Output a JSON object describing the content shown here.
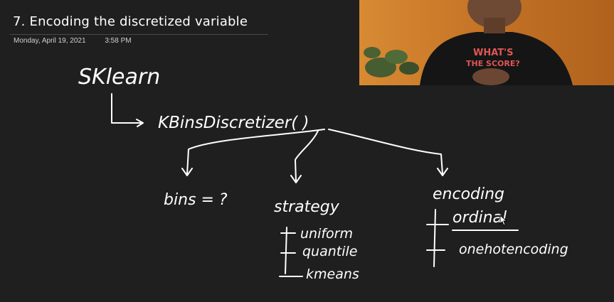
{
  "page": {
    "title": "7. Encoding the discretized variable",
    "date": "Monday, April 19, 2021",
    "time": "3:58 PM"
  },
  "notes": {
    "root": "SKlearn",
    "class_call": "KBinsDiscretizer( )",
    "params": {
      "bins": "bins = ?",
      "strategy": "strategy",
      "encoding": "encoding"
    },
    "strategy_options": [
      "uniform",
      "quantile",
      "kmeans"
    ],
    "encoding_options": [
      "ordinal",
      "onehotencoding"
    ]
  },
  "webcam": {
    "shirt_text_line1": "WHAT'S",
    "shirt_text_line2": "THE SCORE?"
  },
  "colors": {
    "canvas": "#1f1f1f",
    "ink": "#ffffff",
    "webcam_wall": "#c77a2a",
    "shirt": "#141414",
    "shirt_text": "#e05555"
  }
}
